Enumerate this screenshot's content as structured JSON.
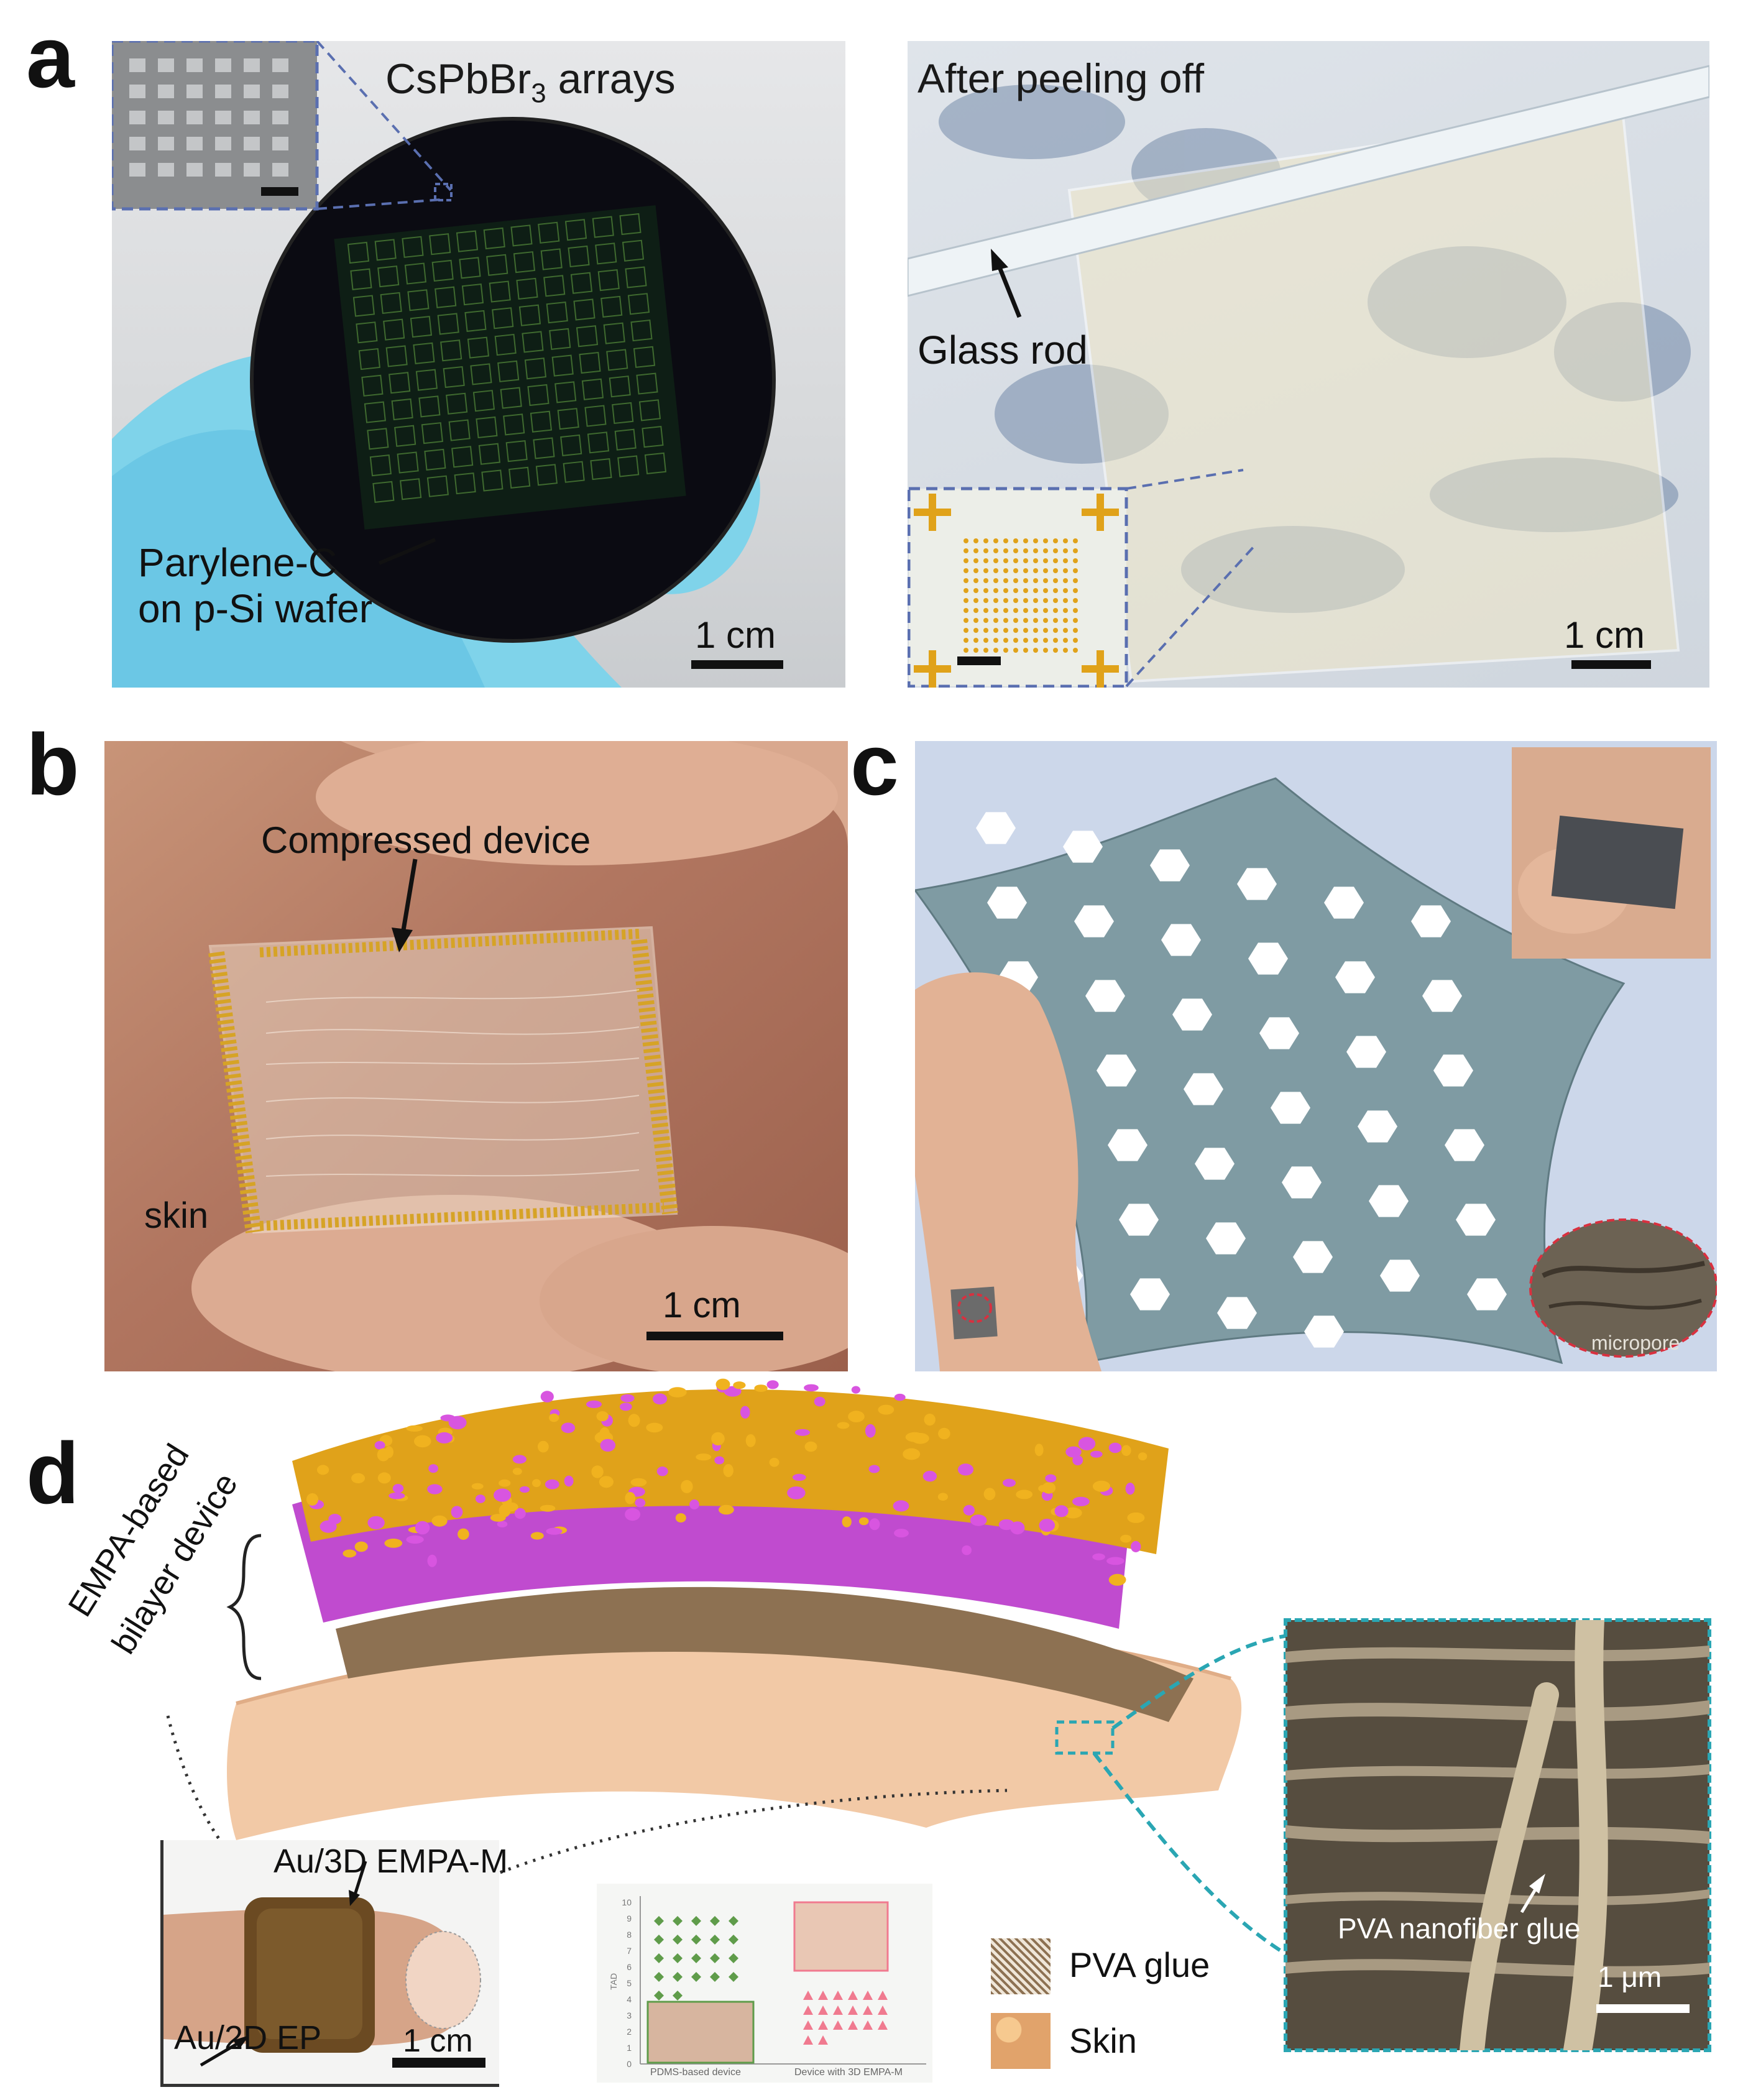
{
  "panels": {
    "a": {
      "letter": "a",
      "left": {
        "title": "CsPbBr",
        "title_sub": "3",
        "title_tail": " arrays",
        "wafer_label_line1": "Parylene-C",
        "wafer_label_line2": "on p-Si wafer",
        "scale": "1 cm"
      },
      "right": {
        "title": "After peeling off",
        "rod_label": "Glass rod",
        "scale": "1 cm"
      }
    },
    "b": {
      "letter": "b",
      "device_label": "Compressed device",
      "skin_label": "skin",
      "scale": "1 cm"
    },
    "c": {
      "letter": "c",
      "pore_label": "micropore"
    },
    "d": {
      "letter": "d",
      "bilayer_line1": "EMPA-based",
      "bilayer_line2": "bilayer device",
      "finger_top": "Au/3D EMPA-M",
      "finger_bottom": "Au/2D EP",
      "finger_scale": "1 cm",
      "inset_x_left": "PDMS-based device",
      "inset_x_right": "Device with 3D EMPA-M",
      "inset_ylabel": "TAD",
      "inset_yticks": [
        "0",
        "1",
        "2",
        "3",
        "4",
        "5",
        "6",
        "7",
        "8",
        "9",
        "10"
      ],
      "legend": [
        {
          "label": "PVA glue",
          "swatch": "fiber"
        },
        {
          "label": "Skin",
          "swatch": "skin"
        }
      ],
      "sem_label": "PVA nanofiber glue",
      "sem_scale": "1 μm"
    }
  },
  "colors": {
    "accent_dashed_blue": "#5a6fb0",
    "teal_border": "#2aa6b3",
    "gold": "#e0a21a",
    "magenta": "#d14ed8",
    "skin": "#f2c9a6",
    "green_marker": "#5f9c4a",
    "pink_marker": "#f07a8f"
  }
}
